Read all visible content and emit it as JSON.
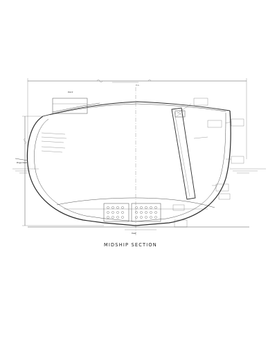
{
  "caption": "MIDSHIP SECTION",
  "annotations": {
    "keel": "Keel",
    "bilge_keel": "Bilge Keel",
    "cl": "C.L.",
    "deck": "Deck"
  },
  "colors": {
    "ink": "#2a2a2a",
    "paper": "#ffffff",
    "hatch": "#4a4a4a"
  }
}
